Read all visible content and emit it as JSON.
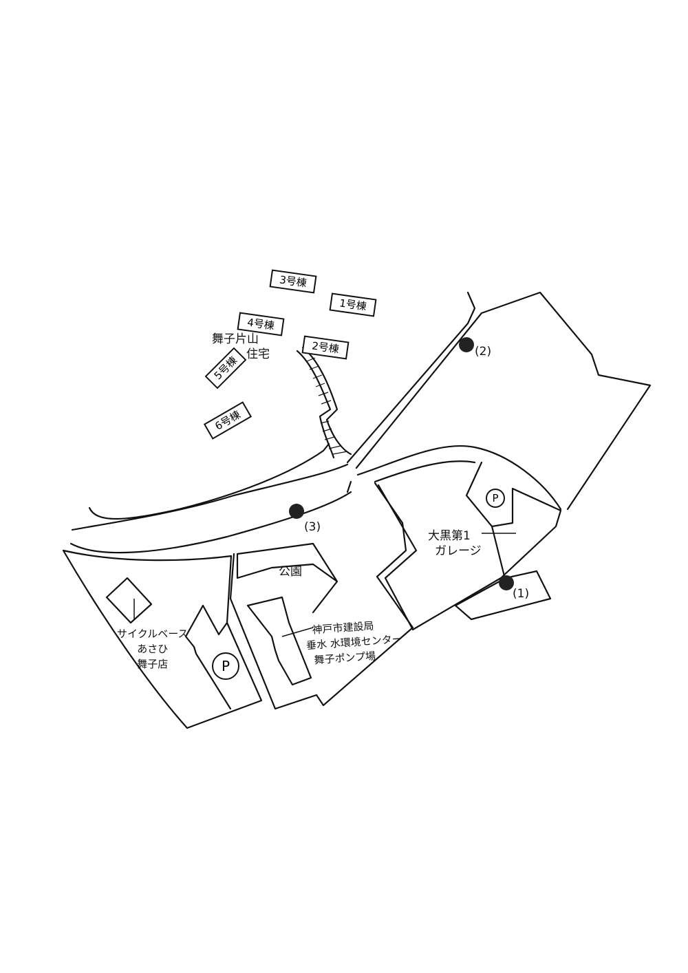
{
  "buildings": [
    {
      "label": "3号棟"
    },
    {
      "label": "1号棟"
    },
    {
      "label": "4号棟"
    },
    {
      "label": "2号棟"
    },
    {
      "label": "5号棟"
    },
    {
      "label": "6号棟"
    }
  ],
  "housing": {
    "line1": "舞子片山",
    "line2": "住宅"
  },
  "points": [
    {
      "label": "(1)"
    },
    {
      "label": "(2)"
    },
    {
      "label": "(3)"
    }
  ],
  "park": "公園",
  "parking": "P",
  "garage": {
    "line1": "大黒第1",
    "line2": "ガレージ"
  },
  "bike_shop": {
    "line1": "サイクルベース",
    "line2": "あさひ",
    "line3": "舞子店"
  },
  "pump": {
    "line1": "神戸市建設局",
    "line2": "垂水 水環境センター",
    "line3": "舞子ポンプ場"
  }
}
